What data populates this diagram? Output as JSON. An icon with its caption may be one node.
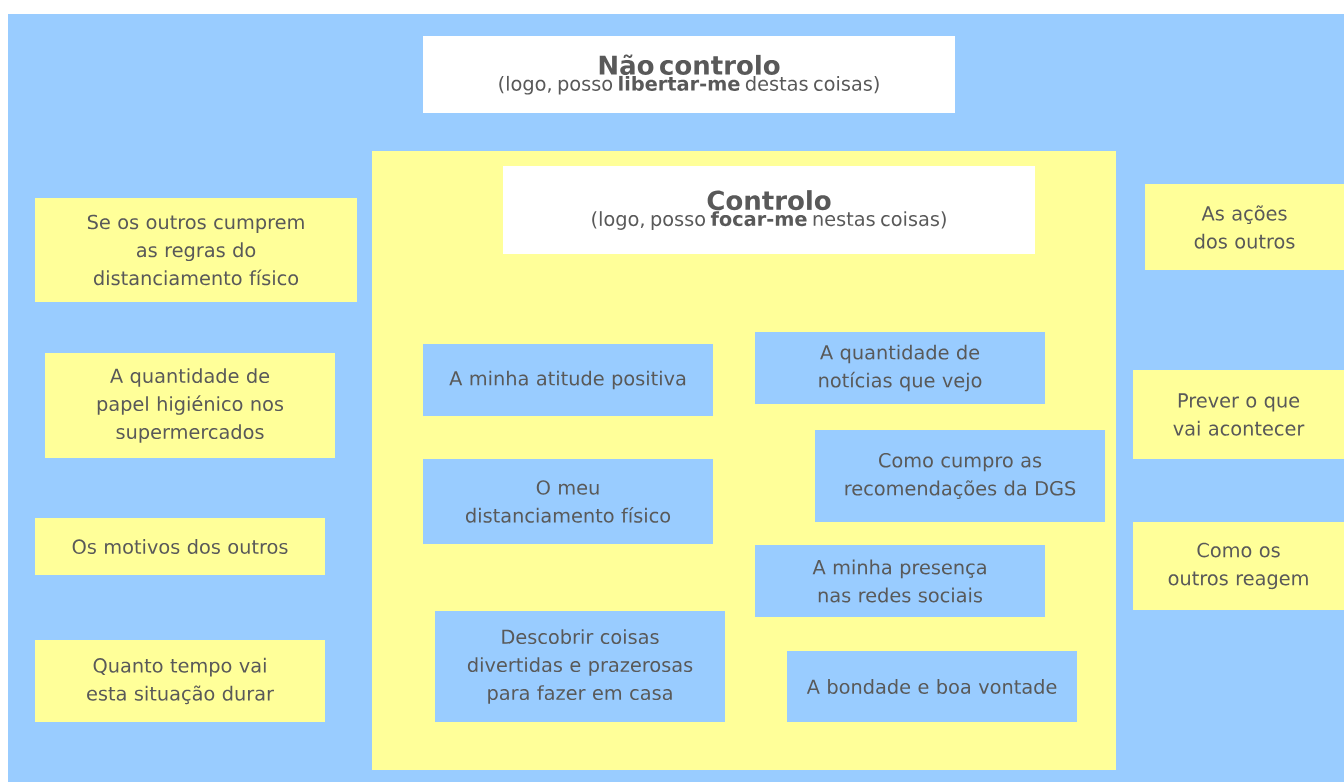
{
  "diagram": {
    "nodes": [
      {
        "text": [
          "Não controlo",
          "(logo, posso **libertar-me** destas coisas)"
        ]
      },
      {
        "text": [
          "Controlo",
          "(logo, posso **focar-me** nestas coisas)"
        ],
        "in": 0
      },
      {
        "text": [
          "Se os outros cumprem as regras do distanciamento físico"
        ],
        "in": 0
      },
      {
        "text": [
          "A quantidade de papel higiénico nos supermercados"
        ],
        "in": 0
      },
      {
        "text": [
          "Os motivos dos outros"
        ],
        "in": 0
      },
      {
        "text": [
          "Quanto tempo vai esta situação durar"
        ],
        "in": 0
      },
      {
        "text": [
          "A minha atitude positiva"
        ],
        "in": 1
      },
      {
        "text": [
          "A quantidade de notícias que vejo"
        ],
        "in": 1
      },
      {
        "text": [
          "Como cumpro as recomendações da DGS"
        ],
        "in": 1
      },
      {
        "text": [
          "O meu distanciamento físico"
        ],
        "in": 1
      },
      {
        "text": [
          "A minha presença nas redes sociais"
        ],
        "in": 1
      },
      {
        "text": [
          "Descobrir coisas divertidas e prazerosas para fazer em casa"
        ],
        "in": 1
      },
      {
        "text": [
          "A bondade e boa vontade"
        ],
        "in": 1
      },
      {
        "text": [
          "As ações dos outros"
        ],
        "in": 0
      },
      {
        "text": [
          "Prever o que vai acontecer"
        ],
        "in": 0
      },
      {
        "text": [
          "Como os outros reagem"
        ],
        "in": 0
      }
    ]
  }
}
